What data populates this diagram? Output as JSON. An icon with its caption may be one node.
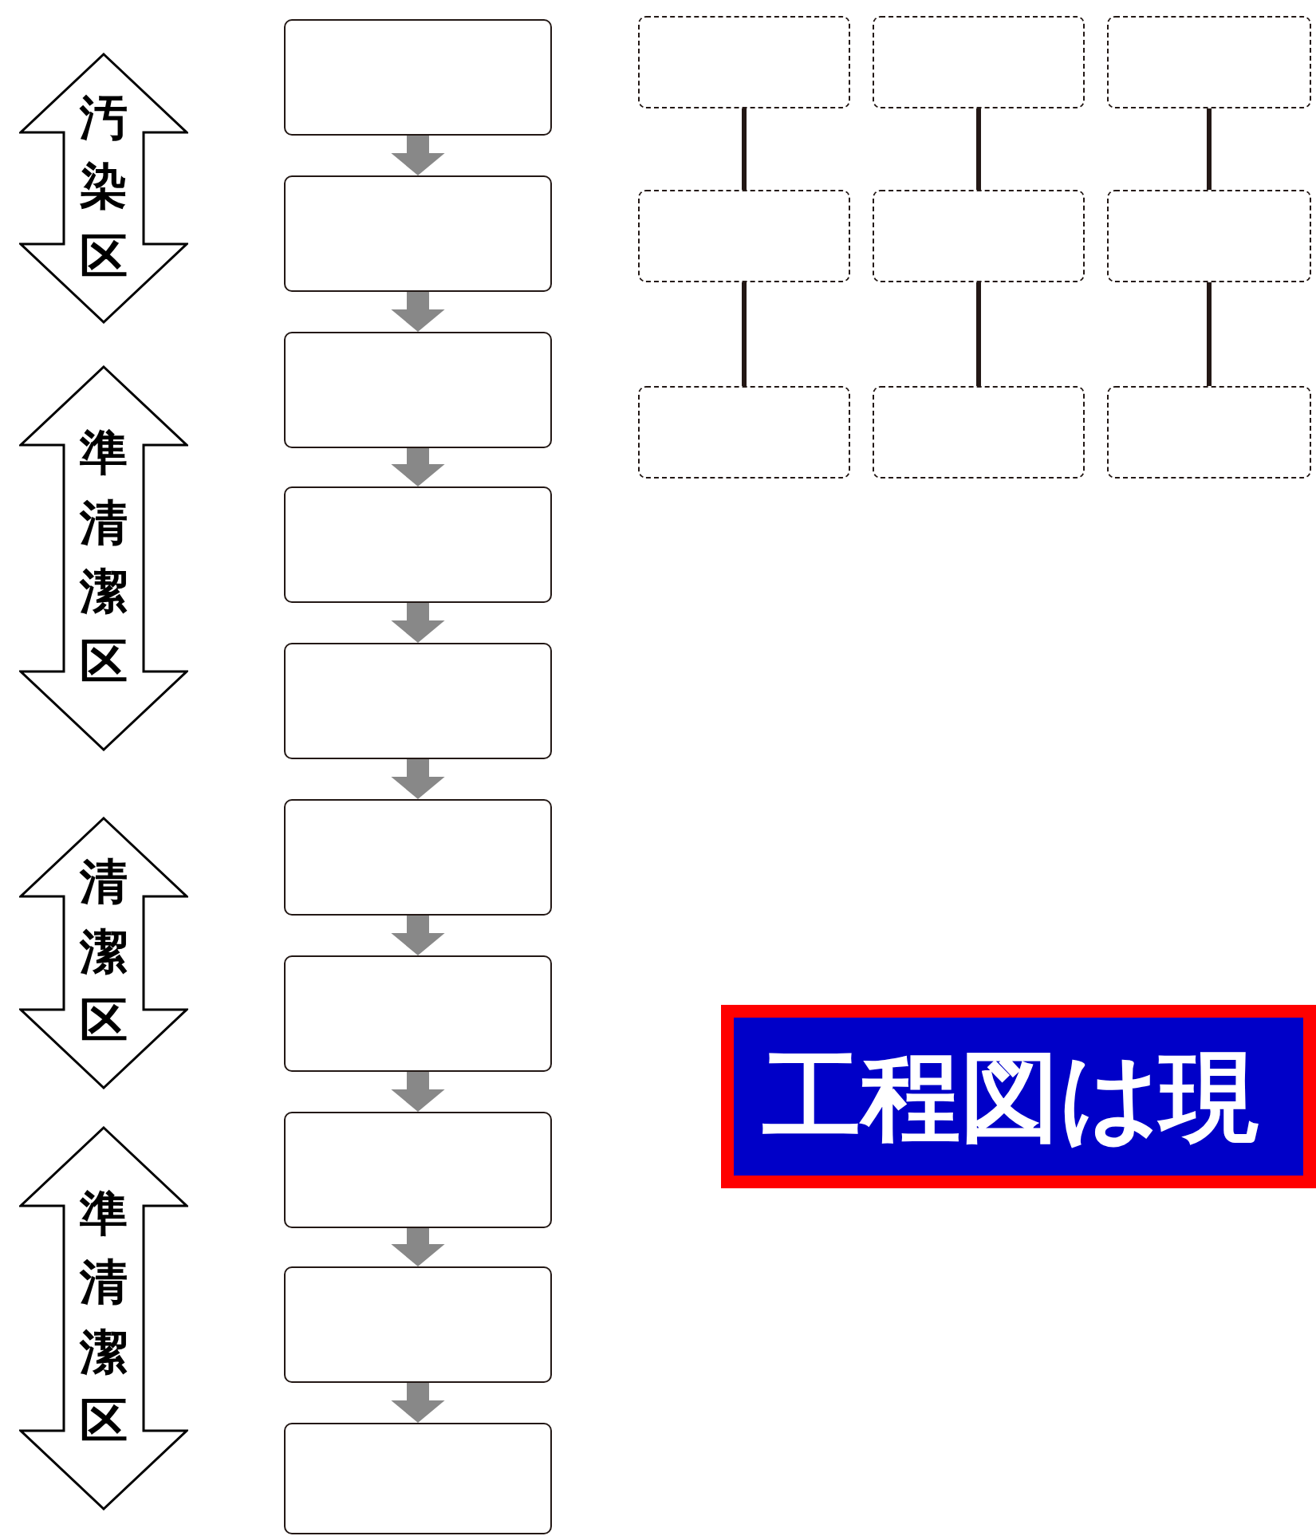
{
  "diagram": {
    "nodes": [
      {
        "text": [
          "汚染区"
        ]
      },
      {
        "text": [
          "準清潔区"
        ]
      },
      {
        "text": [
          "清潔区"
        ]
      },
      {
        "text": [
          "準清潔区"
        ]
      },
      {
        "text": [],
        "shape": "box"
      },
      {
        "text": [],
        "shape": "box"
      },
      {
        "text": [],
        "shape": "box"
      },
      {
        "text": [],
        "shape": "box"
      },
      {
        "text": [],
        "shape": "box"
      },
      {
        "text": [],
        "shape": "box"
      },
      {
        "text": [],
        "shape": "box"
      },
      {
        "text": [],
        "shape": "box"
      },
      {
        "text": [],
        "shape": "box"
      },
      {
        "text": [],
        "shape": "box"
      },
      {
        "text": [],
        "shape": "box"
      },
      {
        "text": [],
        "shape": "box"
      },
      {
        "text": [],
        "shape": "box"
      },
      {
        "text": [],
        "shape": "box"
      },
      {
        "text": [],
        "shape": "box"
      },
      {
        "text": [],
        "shape": "box"
      },
      {
        "text": [],
        "shape": "box"
      },
      {
        "text": [],
        "shape": "box"
      },
      {
        "text": [],
        "shape": "box"
      },
      {
        "text": [
          "工程図は現"
        ]
      }
    ],
    "edges": [
      {
        "from": 4,
        "to": 5,
        "arrow": "to",
        "color": "#888888"
      },
      {
        "from": 5,
        "to": 6,
        "arrow": "to",
        "color": "#888888"
      },
      {
        "from": 6,
        "to": 7,
        "arrow": "to",
        "color": "#888888"
      },
      {
        "from": 7,
        "to": 8,
        "arrow": "to",
        "color": "#888888"
      },
      {
        "from": 8,
        "to": 9,
        "arrow": "to",
        "color": "#888888"
      },
      {
        "from": 9,
        "to": 10,
        "arrow": "to",
        "color": "#888888"
      },
      {
        "from": 10,
        "to": 11,
        "arrow": "to",
        "color": "#888888"
      },
      {
        "from": 11,
        "to": 12,
        "arrow": "to",
        "color": "#888888"
      },
      {
        "from": 12,
        "to": 13,
        "arrow": "to",
        "color": "#888888"
      },
      {
        "from": 14,
        "to": 17,
        "arrow": "none",
        "color": "#231815"
      },
      {
        "from": 15,
        "to": 18,
        "arrow": "none",
        "color": "#231815"
      },
      {
        "from": 16,
        "to": 19,
        "arrow": "none",
        "color": "#231815"
      },
      {
        "from": 17,
        "to": 20,
        "arrow": "none",
        "color": "#231815"
      },
      {
        "from": 18,
        "to": 21,
        "arrow": "none",
        "color": "#231815"
      },
      {
        "from": 19,
        "to": 22,
        "arrow": "none",
        "color": "#231815"
      }
    ]
  }
}
